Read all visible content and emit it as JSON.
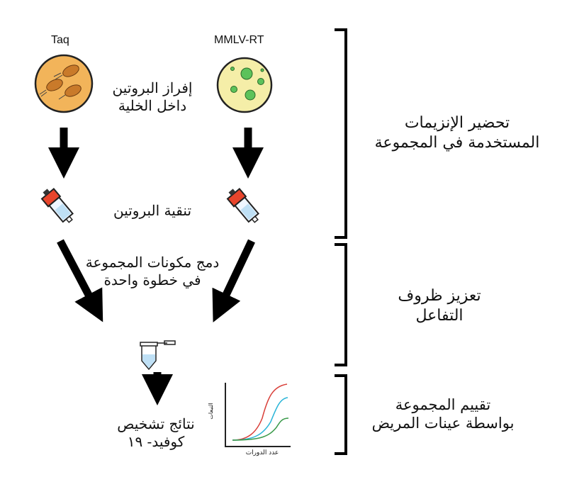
{
  "enzymes": {
    "left": "Taq",
    "right": "MMLV-RT"
  },
  "steps": {
    "secretion": [
      "إفراز البروتين",
      "داخل الخلية"
    ],
    "purification": "تنقية البروتين",
    "combine": [
      "دمج مكونات المجموعة",
      "في خطوة واحدة"
    ],
    "result": [
      "نتائج تشخيص",
      "كوفيد- ١٩"
    ]
  },
  "phases": [
    [
      "تحضير الإنزيمات",
      "المستخدمة في المجموعة"
    ],
    [
      "تعزيز ظروف",
      "التفاعل"
    ],
    [
      "تقييم المجموعة",
      "بواسطة عينات المريض"
    ]
  ],
  "chart": {
    "ylabel": "التبعات",
    "xlabel": "عدد الدورات",
    "colors": [
      "#d9403a",
      "#2bb5d8",
      "#3a9a4a"
    ]
  },
  "colors": {
    "taq_dish": "#f2b45a",
    "mmlv_dish": "#f5eea8",
    "colony": "#5cc25a",
    "cap": "#e8452c"
  }
}
